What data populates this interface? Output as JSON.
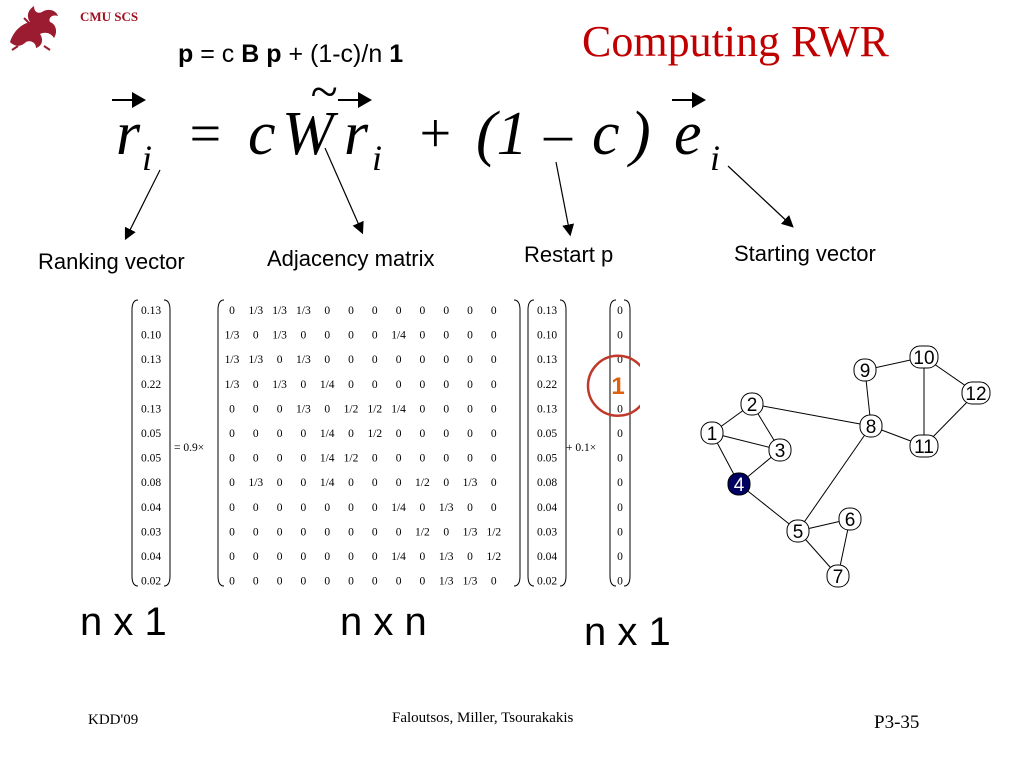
{
  "header": {
    "org_label": "CMU SCS",
    "title": "Computing RWR"
  },
  "formula_plain": {
    "p1": "p",
    "eq": " = c ",
    "B": "B",
    "sp": " ",
    "p2": "p",
    "rest": " + (1-c)/n ",
    "one": "1"
  },
  "equation": {
    "r": "r",
    "i": "i",
    "eq": "=",
    "c": "c",
    "W": "W",
    "tilde": "~",
    "plus": "+",
    "open": "(1",
    "minus": "–",
    "c2": "c",
    "close": ")",
    "e": "e"
  },
  "labels": {
    "ranking": "Ranking vector",
    "adjacency": "Adjacency matrix",
    "restart": "Restart p",
    "starting": "Starting vector"
  },
  "dims": {
    "ranking": "n x 1",
    "adjacency": "n x n",
    "starting": "n x 1"
  },
  "matrix_equation": {
    "scale1": "= 0.9×",
    "scale2": "+ 0.1×",
    "ranking_vector": [
      "0.13",
      "0.10",
      "0.13",
      "0.22",
      "0.13",
      "0.05",
      "0.05",
      "0.08",
      "0.04",
      "0.03",
      "0.04",
      "0.02"
    ],
    "adjacency": [
      [
        "0",
        "1/3",
        "1/3",
        "1/3",
        "0",
        "0",
        "0",
        "0",
        "0",
        "0",
        "0",
        "0"
      ],
      [
        "1/3",
        "0",
        "1/3",
        "0",
        "0",
        "0",
        "0",
        "1/4",
        "0",
        "0",
        "0",
        "0"
      ],
      [
        "1/3",
        "1/3",
        "0",
        "1/3",
        "0",
        "0",
        "0",
        "0",
        "0",
        "0",
        "0",
        "0"
      ],
      [
        "1/3",
        "0",
        "1/3",
        "0",
        "1/4",
        "0",
        "0",
        "0",
        "0",
        "0",
        "0",
        "0"
      ],
      [
        "0",
        "0",
        "0",
        "1/3",
        "0",
        "1/2",
        "1/2",
        "1/4",
        "0",
        "0",
        "0",
        "0"
      ],
      [
        "0",
        "0",
        "0",
        "0",
        "1/4",
        "0",
        "1/2",
        "0",
        "0",
        "0",
        "0",
        "0"
      ],
      [
        "0",
        "0",
        "0",
        "0",
        "1/4",
        "1/2",
        "0",
        "0",
        "0",
        "0",
        "0",
        "0"
      ],
      [
        "0",
        "1/3",
        "0",
        "0",
        "1/4",
        "0",
        "0",
        "0",
        "1/2",
        "0",
        "1/3",
        "0"
      ],
      [
        "0",
        "0",
        "0",
        "0",
        "0",
        "0",
        "0",
        "1/4",
        "0",
        "1/3",
        "0",
        "0"
      ],
      [
        "0",
        "0",
        "0",
        "0",
        "0",
        "0",
        "0",
        "0",
        "1/2",
        "0",
        "1/3",
        "1/2"
      ],
      [
        "0",
        "0",
        "0",
        "0",
        "0",
        "0",
        "0",
        "1/4",
        "0",
        "1/3",
        "0",
        "1/2"
      ],
      [
        "0",
        "0",
        "0",
        "0",
        "0",
        "0",
        "0",
        "0",
        "0",
        "1/3",
        "1/3",
        "0"
      ]
    ],
    "ranking_vector_right": [
      "0.13",
      "0.10",
      "0.13",
      "0.22",
      "0.13",
      "0.05",
      "0.05",
      "0.08",
      "0.04",
      "0.03",
      "0.04",
      "0.02"
    ],
    "starting_vector": [
      "0",
      "0",
      "0",
      "1",
      "0",
      "0",
      "0",
      "0",
      "0",
      "0",
      "0",
      "0"
    ],
    "highlight_value": "1",
    "highlight_color": "#c0392b"
  },
  "graph": {
    "nodes": [
      "1",
      "2",
      "3",
      "4",
      "5",
      "6",
      "7",
      "8",
      "9",
      "10",
      "11",
      "12"
    ],
    "highlight_node": "4",
    "edges": [
      [
        "1",
        "2"
      ],
      [
        "1",
        "3"
      ],
      [
        "1",
        "4"
      ],
      [
        "2",
        "3"
      ],
      [
        "3",
        "4"
      ],
      [
        "2",
        "8"
      ],
      [
        "4",
        "5"
      ],
      [
        "5",
        "6"
      ],
      [
        "5",
        "7"
      ],
      [
        "6",
        "7"
      ],
      [
        "5",
        "8"
      ],
      [
        "8",
        "9"
      ],
      [
        "8",
        "11"
      ],
      [
        "9",
        "10"
      ],
      [
        "10",
        "11"
      ],
      [
        "10",
        "12"
      ],
      [
        "11",
        "12"
      ]
    ]
  },
  "footer": {
    "left": "KDD'09",
    "center": "Faloutsos, Miller, Tsourakakis",
    "right": "P3-35"
  },
  "colors": {
    "title": "#c00000",
    "node_fill": "#ffffff",
    "node_highlight_fill": "#000060",
    "node_text": "#000000",
    "node_highlight_text": "#ffffff"
  }
}
